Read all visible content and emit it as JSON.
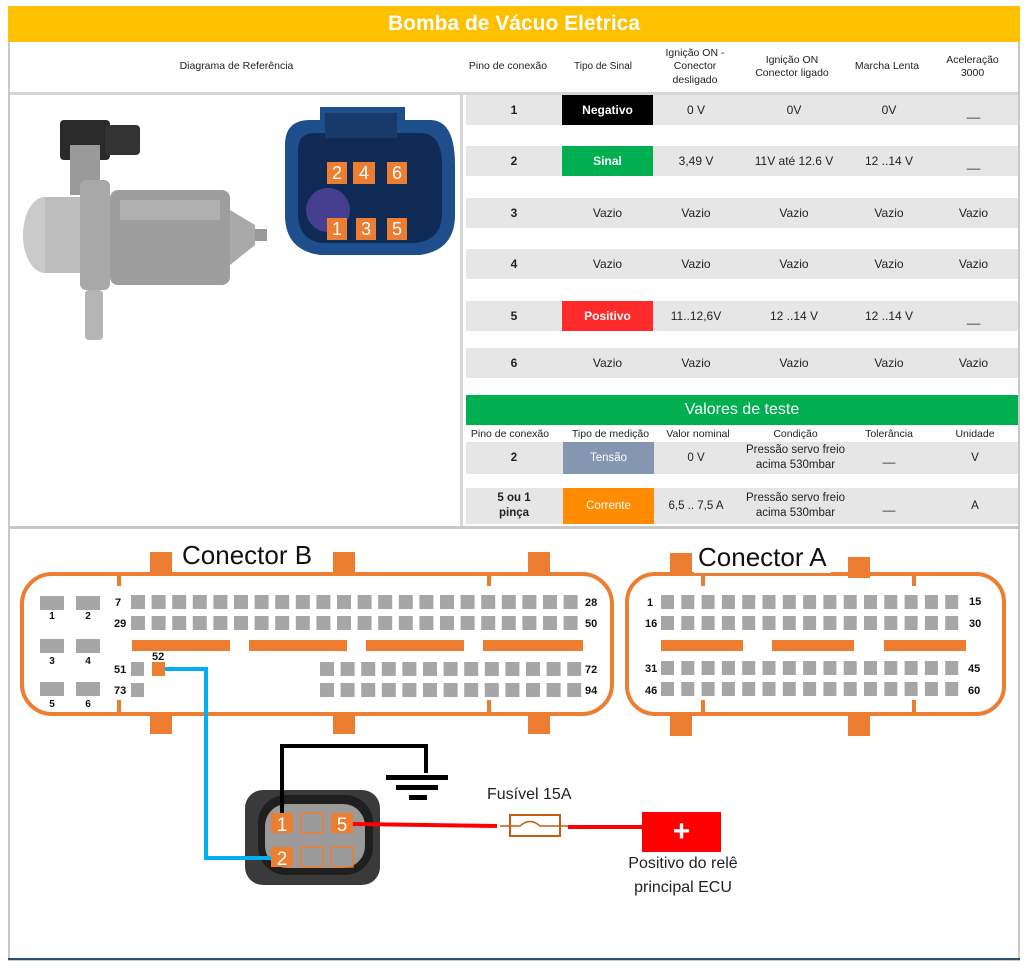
{
  "title": "Bomba de Vácuo Eletrica",
  "header": {
    "reference": "Diagrama de Referência",
    "pin": "Pino de conexão",
    "signal_type": "Tipo de Sinal",
    "ign_on_disconnected": "Ignição ON - Conector desligado",
    "ign_on_connected": "Ignição ON Conector ligado",
    "idle": "Marcha Lenta",
    "accel": "Aceleração 3000"
  },
  "pinout": [
    {
      "pin": "1",
      "type": "Negativo",
      "type_color": "#000000",
      "ign_off": "0 V",
      "ign_on": "0V",
      "idle": "0V",
      "accel": "__"
    },
    {
      "pin": "2",
      "type": "Sinal",
      "type_color": "#00b050",
      "ign_off": "3,49 V",
      "ign_on": "11V até 12.6 V",
      "idle": "12 ..14 V",
      "accel": "__"
    },
    {
      "pin": "3",
      "type": "Vazio",
      "type_color": "",
      "ign_off": "Vazio",
      "ign_on": "Vazio",
      "idle": "Vazio",
      "accel": "Vazio"
    },
    {
      "pin": "4",
      "type": "Vazio",
      "type_color": "",
      "ign_off": "Vazio",
      "ign_on": "Vazio",
      "idle": "Vazio",
      "accel": "Vazio"
    },
    {
      "pin": "5",
      "type": "Positivo",
      "type_color": "#ff2b2b",
      "ign_off": "11..12,6V",
      "ign_on": "12 ..14 V",
      "idle": "12 ..14 V",
      "accel": "__"
    },
    {
      "pin": "6",
      "type": "Vazio",
      "type_color": "",
      "ign_off": "Vazio",
      "ign_on": "Vazio",
      "idle": "Vazio",
      "accel": "Vazio"
    }
  ],
  "connector_photo_pins": [
    "2",
    "4",
    "6",
    "1",
    "3",
    "5"
  ],
  "test_values": {
    "title": "Valores de teste",
    "headers": {
      "pin": "Pino de conexão",
      "measure": "Tipo de medição",
      "nominal": "Valor nominal",
      "condition": "Condição",
      "tolerance": "Tolerância",
      "unit": "Unidade"
    },
    "rows": [
      {
        "pin": "2",
        "measure": "Tensão",
        "measure_color": "#8496b0",
        "nominal": "0 V",
        "condition": "Pressão servo freio acima 530mbar",
        "tolerance": "__",
        "unit": "V"
      },
      {
        "pin": "5 ou 1 pinça",
        "measure": "Corrente",
        "measure_color": "#ff8c00",
        "nominal": "6,5 .. 7,5 A",
        "condition": "Pressão servo freio acima 530mbar",
        "tolerance": "__",
        "unit": "A"
      }
    ]
  },
  "wiring": {
    "connector_b": {
      "label": "Conector B",
      "side_pins": [
        "1",
        "2",
        "3",
        "4",
        "5",
        "6"
      ],
      "row_labels": {
        "r1_start": "7",
        "r1_end": "28",
        "r2_start": "29",
        "r2_end": "50",
        "r3_start": "51",
        "r3_highlight": "52",
        "r3_end": "72",
        "r4_start": "73",
        "r4_end": "94"
      }
    },
    "connector_a": {
      "label": "Conector A",
      "row_labels": {
        "r1_start": "1",
        "r1_end": "15",
        "r2_start": "16",
        "r2_end": "30",
        "r3_start": "31",
        "r3_end": "45",
        "r4_start": "46",
        "r4_end": "60"
      }
    },
    "pump_pins": [
      "1",
      "5",
      "2"
    ],
    "fuse_label": "Fusível 15A",
    "power_symbol": "+",
    "power_label_1": "Positivo do relê",
    "power_label_2": "principal ECU",
    "colors": {
      "connector": "#ed7d31",
      "pin": "#a6a6a6",
      "signal_wire": "#00b0f0",
      "ground_wire": "#000000",
      "power_wire": "#ff0000"
    }
  }
}
